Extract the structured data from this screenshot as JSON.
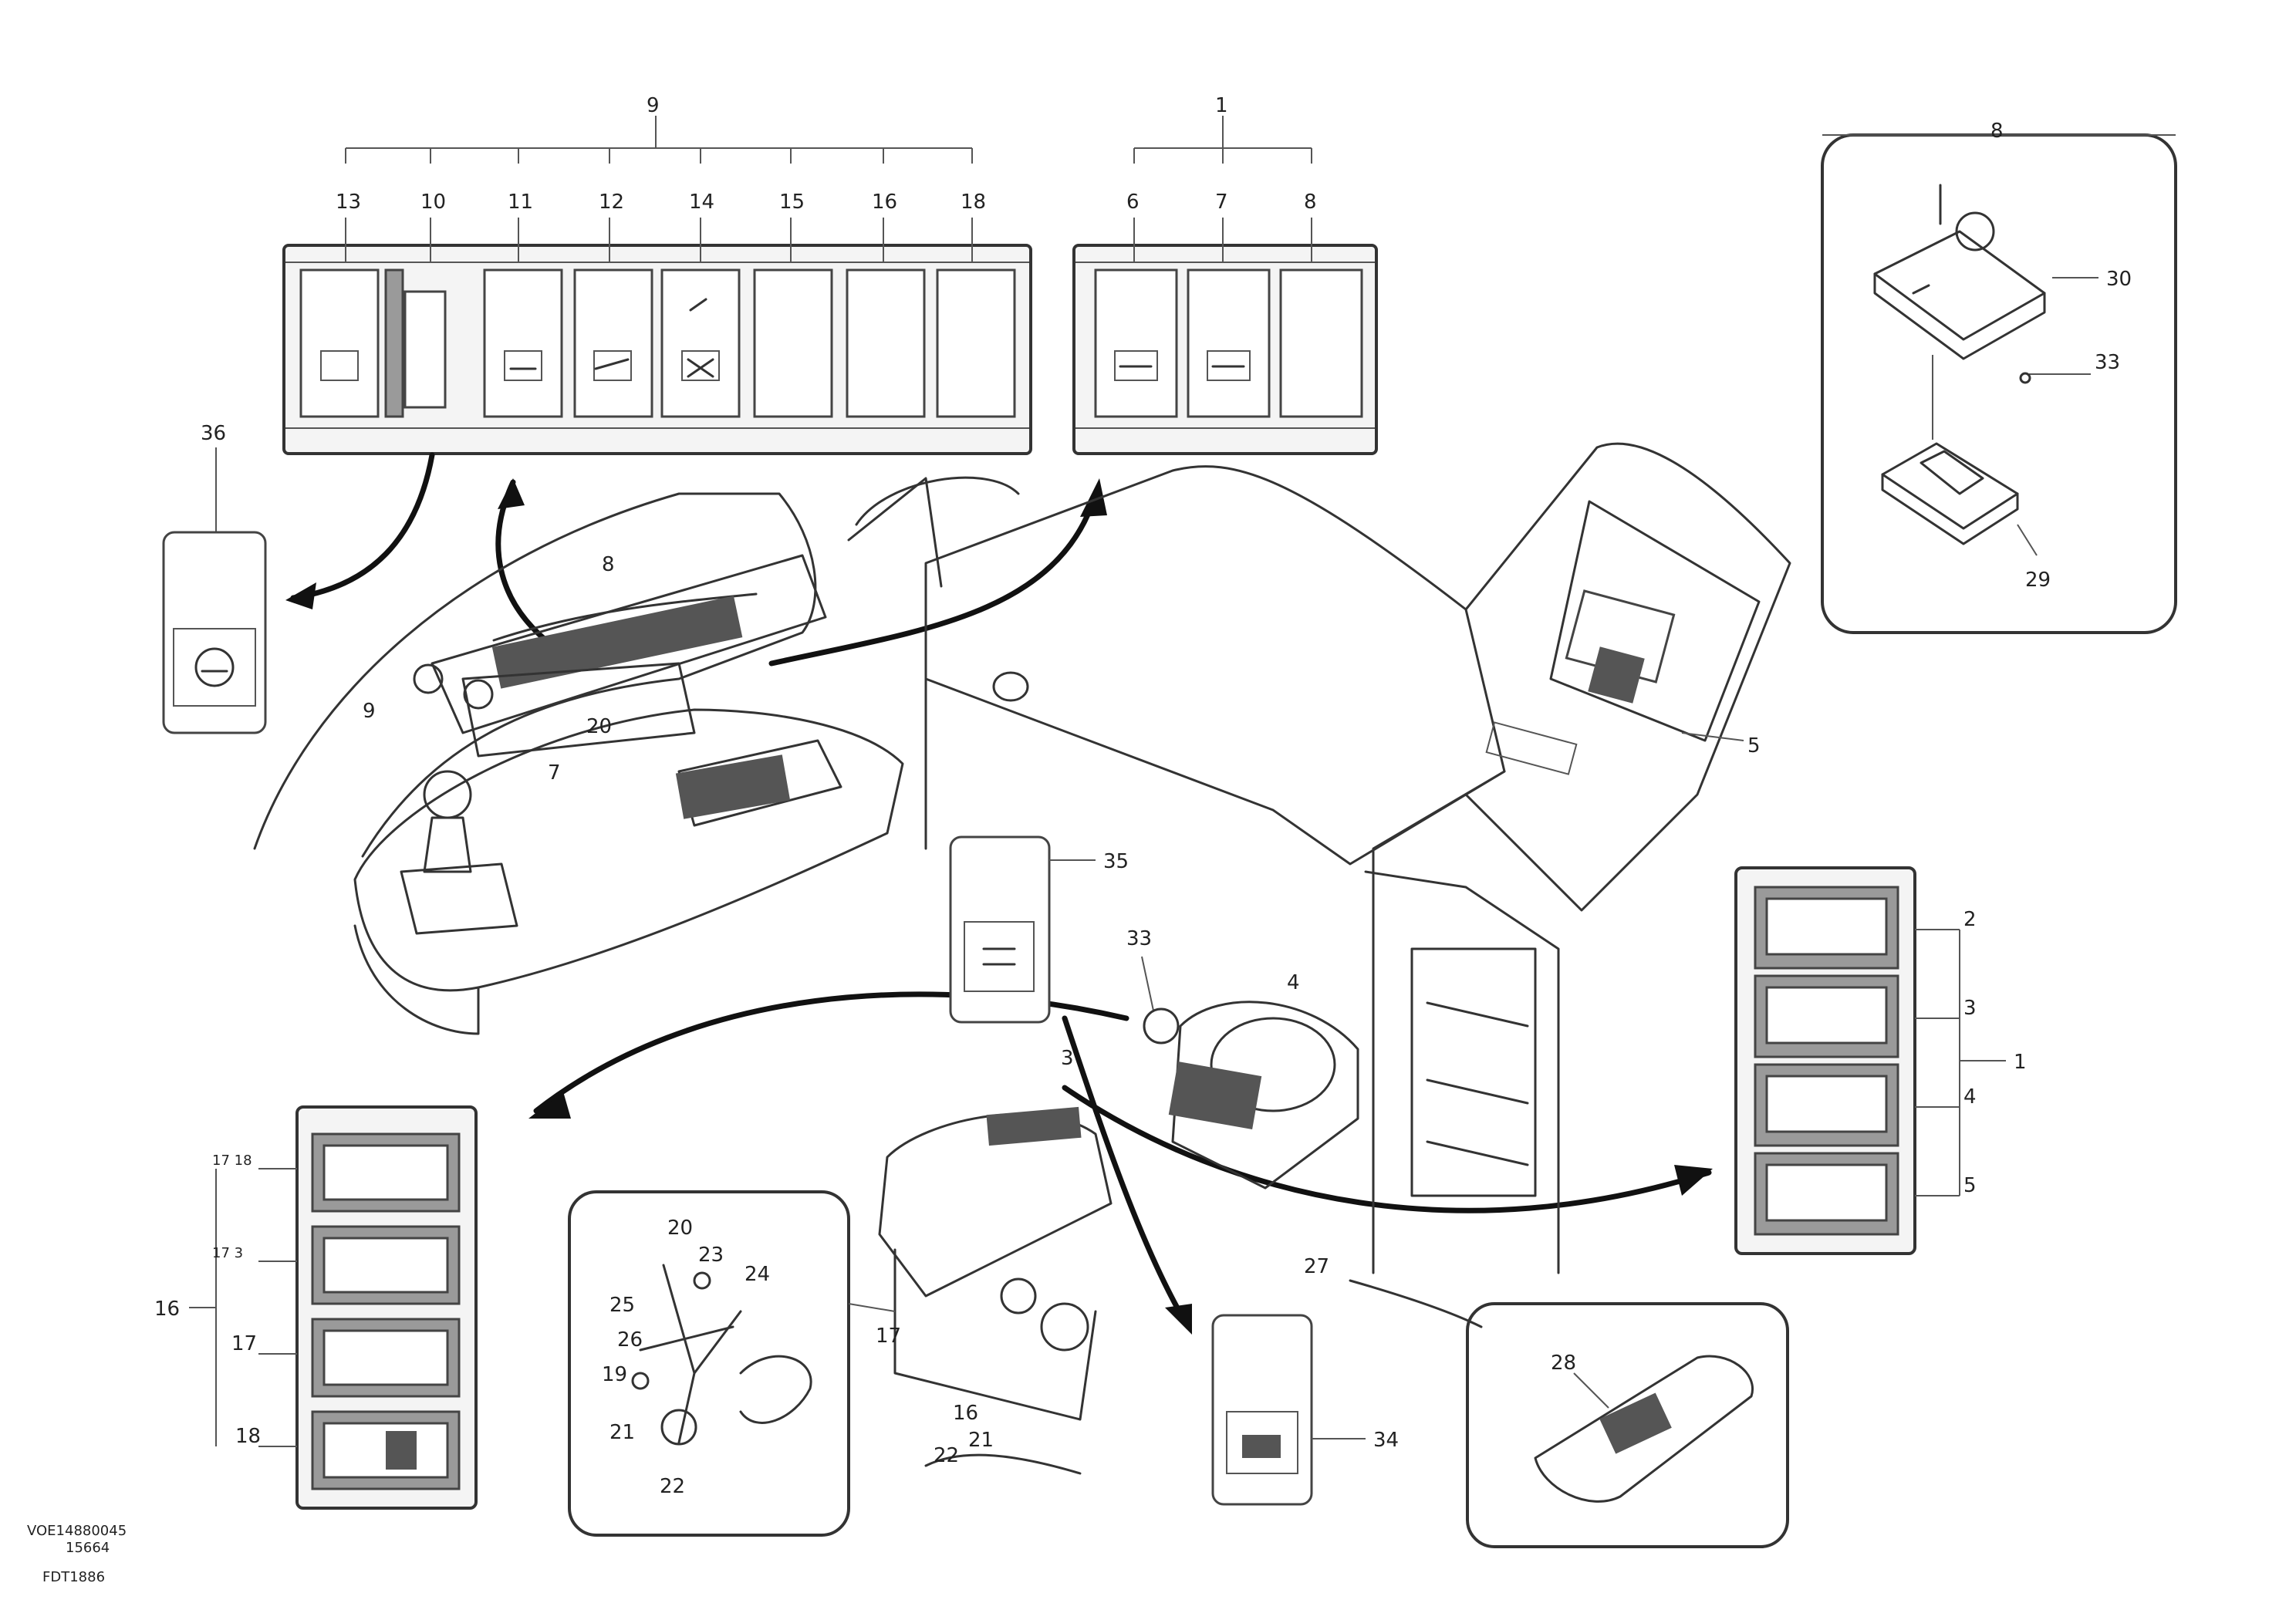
{
  "callouts": {
    "left_bank_top": "9",
    "left_bank_items": [
      "13",
      "10",
      "11",
      "12",
      "14",
      "15",
      "16",
      "18"
    ],
    "right_bank_top": "1",
    "right_bank_items": [
      "6",
      "7",
      "8"
    ],
    "top_right_inset": [
      "8",
      "30",
      "33",
      "29"
    ],
    "remote_switch_upper": "36",
    "cab_upper": [
      "8",
      "9",
      "20",
      "7"
    ],
    "console_right": "5",
    "vertical_panel_right": [
      "1",
      "2",
      "3",
      "4",
      "5"
    ],
    "center_switch": "35",
    "center_knob": "33",
    "center_console": [
      "4",
      "3"
    ],
    "bottom_left_panel": [
      "17 18",
      "17 3",
      "17",
      "16",
      "18"
    ],
    "bottom_inset_left": [
      "20",
      "23",
      "24",
      "25",
      "26",
      "21",
      "22",
      "19"
    ],
    "lower_center": [
      "22",
      "21",
      "16",
      "17"
    ],
    "bottom_switch": "34",
    "bottom_right_inset": "28",
    "lower_right": "27"
  },
  "footer": {
    "code_line_1": "VOE14880045",
    "code_line_2": "15664",
    "code_line_3": "FDT1886"
  },
  "icons": {
    "arrows": "curved-arrow-icon",
    "switch_symbols": "rocker-switch-icon"
  }
}
